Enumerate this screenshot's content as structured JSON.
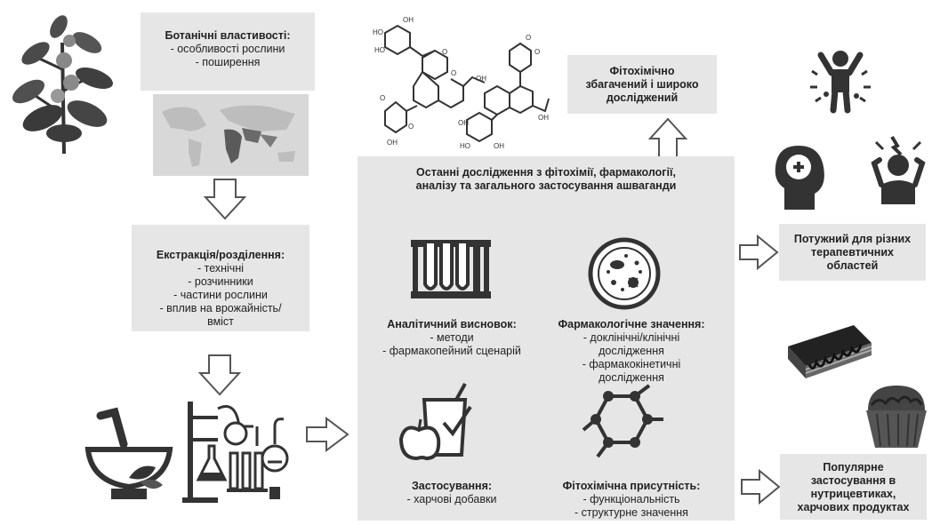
{
  "botany": {
    "title": "Ботанічні властивості:",
    "items": [
      "- особливості рослини",
      "- поширення"
    ]
  },
  "extraction": {
    "title": "Екстракція/розділення:",
    "items": [
      "- технічні",
      "- розчинники",
      "- частини рослини",
      "- вплив на врожайність/",
      "вміст"
    ]
  },
  "phyto_enriched": {
    "lines": [
      "Фітохімічно",
      "збагачений і широко",
      "досліджений"
    ]
  },
  "center": {
    "title_lines": [
      "Останні дослідження з фітохімії, фармакології,",
      "аналізу та загального застосування ашваганди"
    ],
    "analytical": {
      "title": "Аналітичний висновок:",
      "items": [
        "- методи",
        "- фармакопейний сценарій"
      ]
    },
    "pharmacological": {
      "title": "Фармакологічне значення:",
      "items": [
        "- доклінічні/клінічні",
        "дослідження",
        "- фармакокінетичні",
        "дослідження"
      ]
    },
    "application": {
      "title": "Застосування:",
      "items": [
        "- харчові добавки"
      ]
    },
    "presence": {
      "title": "Фітохімічна присутність:",
      "items": [
        "- функціональність",
        "- структурне значення"
      ]
    }
  },
  "therapeutic": {
    "lines": [
      "Потужний для різних",
      "терапевтичних",
      "областей"
    ]
  },
  "popular": {
    "lines": [
      "Популярне",
      "застосування в",
      "нутрицевтиках,",
      "харчових продуктах"
    ]
  },
  "icons": {
    "plant": "ashwagandha-plant-icon",
    "map": "world-map-icon",
    "lab": "lab-apparatus-icon",
    "mortar": "mortar-pestle-icon",
    "molecule": "chemical-structure-icon",
    "test_tubes": "test-tubes-icon",
    "petri": "petri-dish-icon",
    "food": "apple-glass-icon",
    "hexagon": "molecular-hexagon-icon",
    "energetic": "energetic-person-icon",
    "mind": "brain-health-icon",
    "stress": "stressed-person-icon",
    "cake": "cake-icon",
    "cupcake": "cupcake-icon"
  }
}
